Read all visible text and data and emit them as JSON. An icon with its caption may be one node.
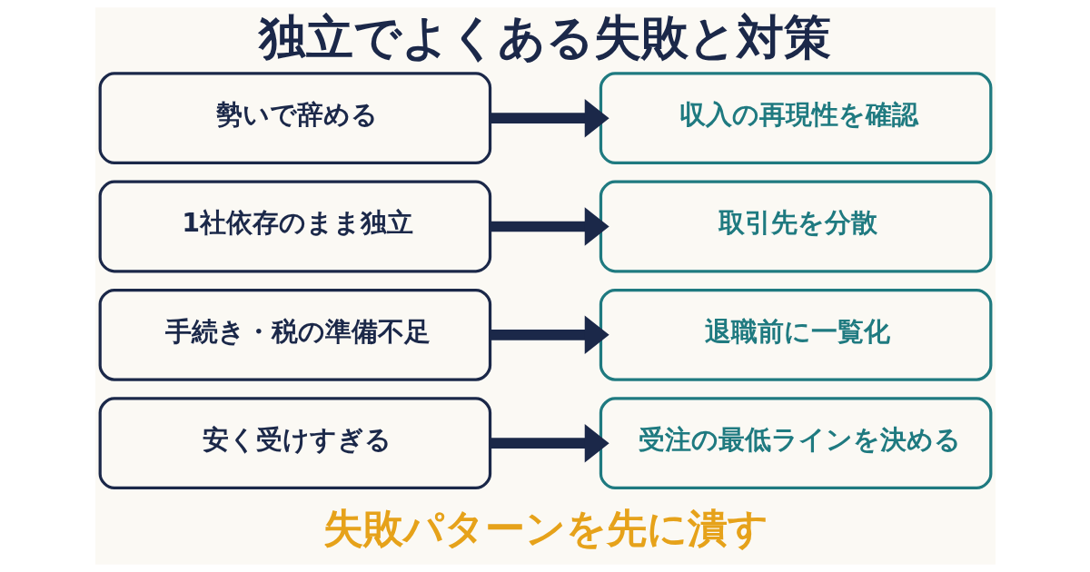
{
  "diagram": {
    "title": "独立でよくある失敗と対策",
    "caption": "失敗パターンを先に潰す",
    "nodes": [
      {
        "text": [
          "勢いで辞める"
        ]
      },
      {
        "text": [
          "収入の再現性を確認"
        ]
      },
      {
        "text": [
          "1社依存のまま独立"
        ]
      },
      {
        "text": [
          "取引先を分散"
        ]
      },
      {
        "text": [
          "手続き・税の準備不足"
        ]
      },
      {
        "text": [
          "退職前に一覧化"
        ]
      },
      {
        "text": [
          "安く受けすぎる"
        ]
      },
      {
        "text": [
          "受注の最低ラインを決める"
        ]
      }
    ],
    "edges": [
      {
        "from": 0,
        "to": 1,
        "arrow": "to"
      },
      {
        "from": 2,
        "to": 3,
        "arrow": "to"
      },
      {
        "from": 4,
        "to": 5,
        "arrow": "to"
      },
      {
        "from": 6,
        "to": 7,
        "arrow": "to"
      }
    ]
  }
}
